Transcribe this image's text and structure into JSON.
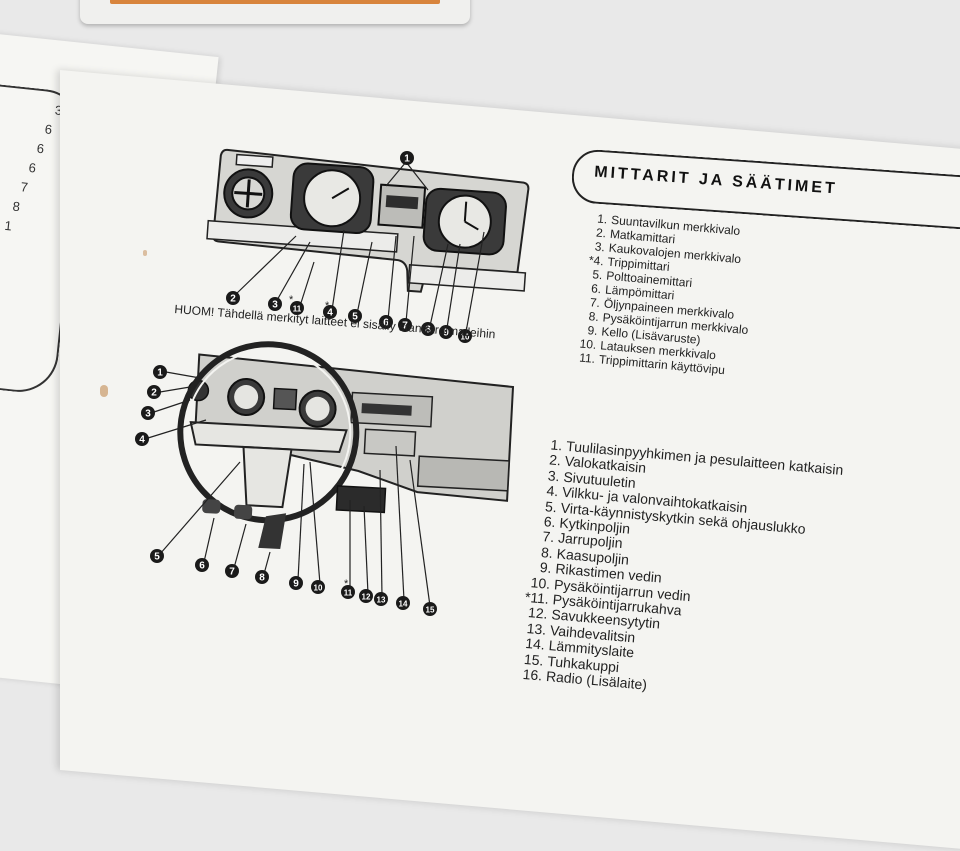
{
  "section_title": "MITTARIT JA SÄÄTIMET",
  "left_page_numbers": [
    "3",
    "6",
    "6",
    "6",
    "7",
    "8",
    "1"
  ],
  "note": "HUOM! Tähdellä merkityt laitteet ei sisälly standardimalleihin",
  "instrument_list": [
    {
      "num": "1.",
      "label": "Suuntavilkun merkkivalo"
    },
    {
      "num": "2.",
      "label": "Matkamittari"
    },
    {
      "num": "3.",
      "label": "Kaukovalojen merkkivalo"
    },
    {
      "num": "*4.",
      "label": "Trippimittari"
    },
    {
      "num": "5.",
      "label": "Polttoainemittari"
    },
    {
      "num": "6.",
      "label": "Lämpömittari"
    },
    {
      "num": "7.",
      "label": "Öljynpaineen merkkivalo"
    },
    {
      "num": "8.",
      "label": "Pysäköintijarrun merkkivalo"
    },
    {
      "num": "9.",
      "label": "Kello (Lisävaruste)"
    },
    {
      "num": "10.",
      "label": "Latauksen merkkivalo"
    },
    {
      "num": "11.",
      "label": "Trippimittarin käyttövipu"
    }
  ],
  "control_list": [
    {
      "num": "1.",
      "label": "Tuulilasinpyyhkimen ja pesulaitteen katkaisin"
    },
    {
      "num": "2.",
      "label": "Valokatkaisin"
    },
    {
      "num": "3.",
      "label": "Sivutuuletin"
    },
    {
      "num": "4.",
      "label": "Vilkku- ja valonvaihtokatkaisin"
    },
    {
      "num": "5.",
      "label": "Virta-käynnistyskytkin sekä ohjauslukko"
    },
    {
      "num": "6.",
      "label": "Kytkinpoljin"
    },
    {
      "num": "7.",
      "label": "Jarrupoljin"
    },
    {
      "num": "8.",
      "label": "Kaasupoljin"
    },
    {
      "num": "9.",
      "label": "Rikastimen vedin"
    },
    {
      "num": "10.",
      "label": "Pysäköintijarrun vedin"
    },
    {
      "num": "*11.",
      "label": "Pysäköintijarrukahva"
    },
    {
      "num": "12.",
      "label": "Savukkeensytytin"
    },
    {
      "num": "13.",
      "label": "Vaihdevalitsin"
    },
    {
      "num": "14.",
      "label": "Lämmityslaite"
    },
    {
      "num": "15.",
      "label": "Tuhkakuppi"
    },
    {
      "num": "16.",
      "label": "Radio (Lisälaite)"
    }
  ],
  "diagram_top_callouts": [
    "1",
    "2",
    "3",
    "11",
    "4",
    "5",
    "6",
    "7",
    "8",
    "9",
    "10"
  ],
  "diagram_bottom_callouts": [
    "1",
    "2",
    "3",
    "4",
    "5",
    "6",
    "7",
    "8",
    "9",
    "10",
    "11",
    "12",
    "13",
    "14",
    "15"
  ],
  "star_marks": [
    "*",
    "*",
    "*"
  ],
  "colors": {
    "paper": "#f4f4f1",
    "ink": "#222222",
    "background": "#e9e9e9",
    "cover_accent": "#d8843c"
  }
}
